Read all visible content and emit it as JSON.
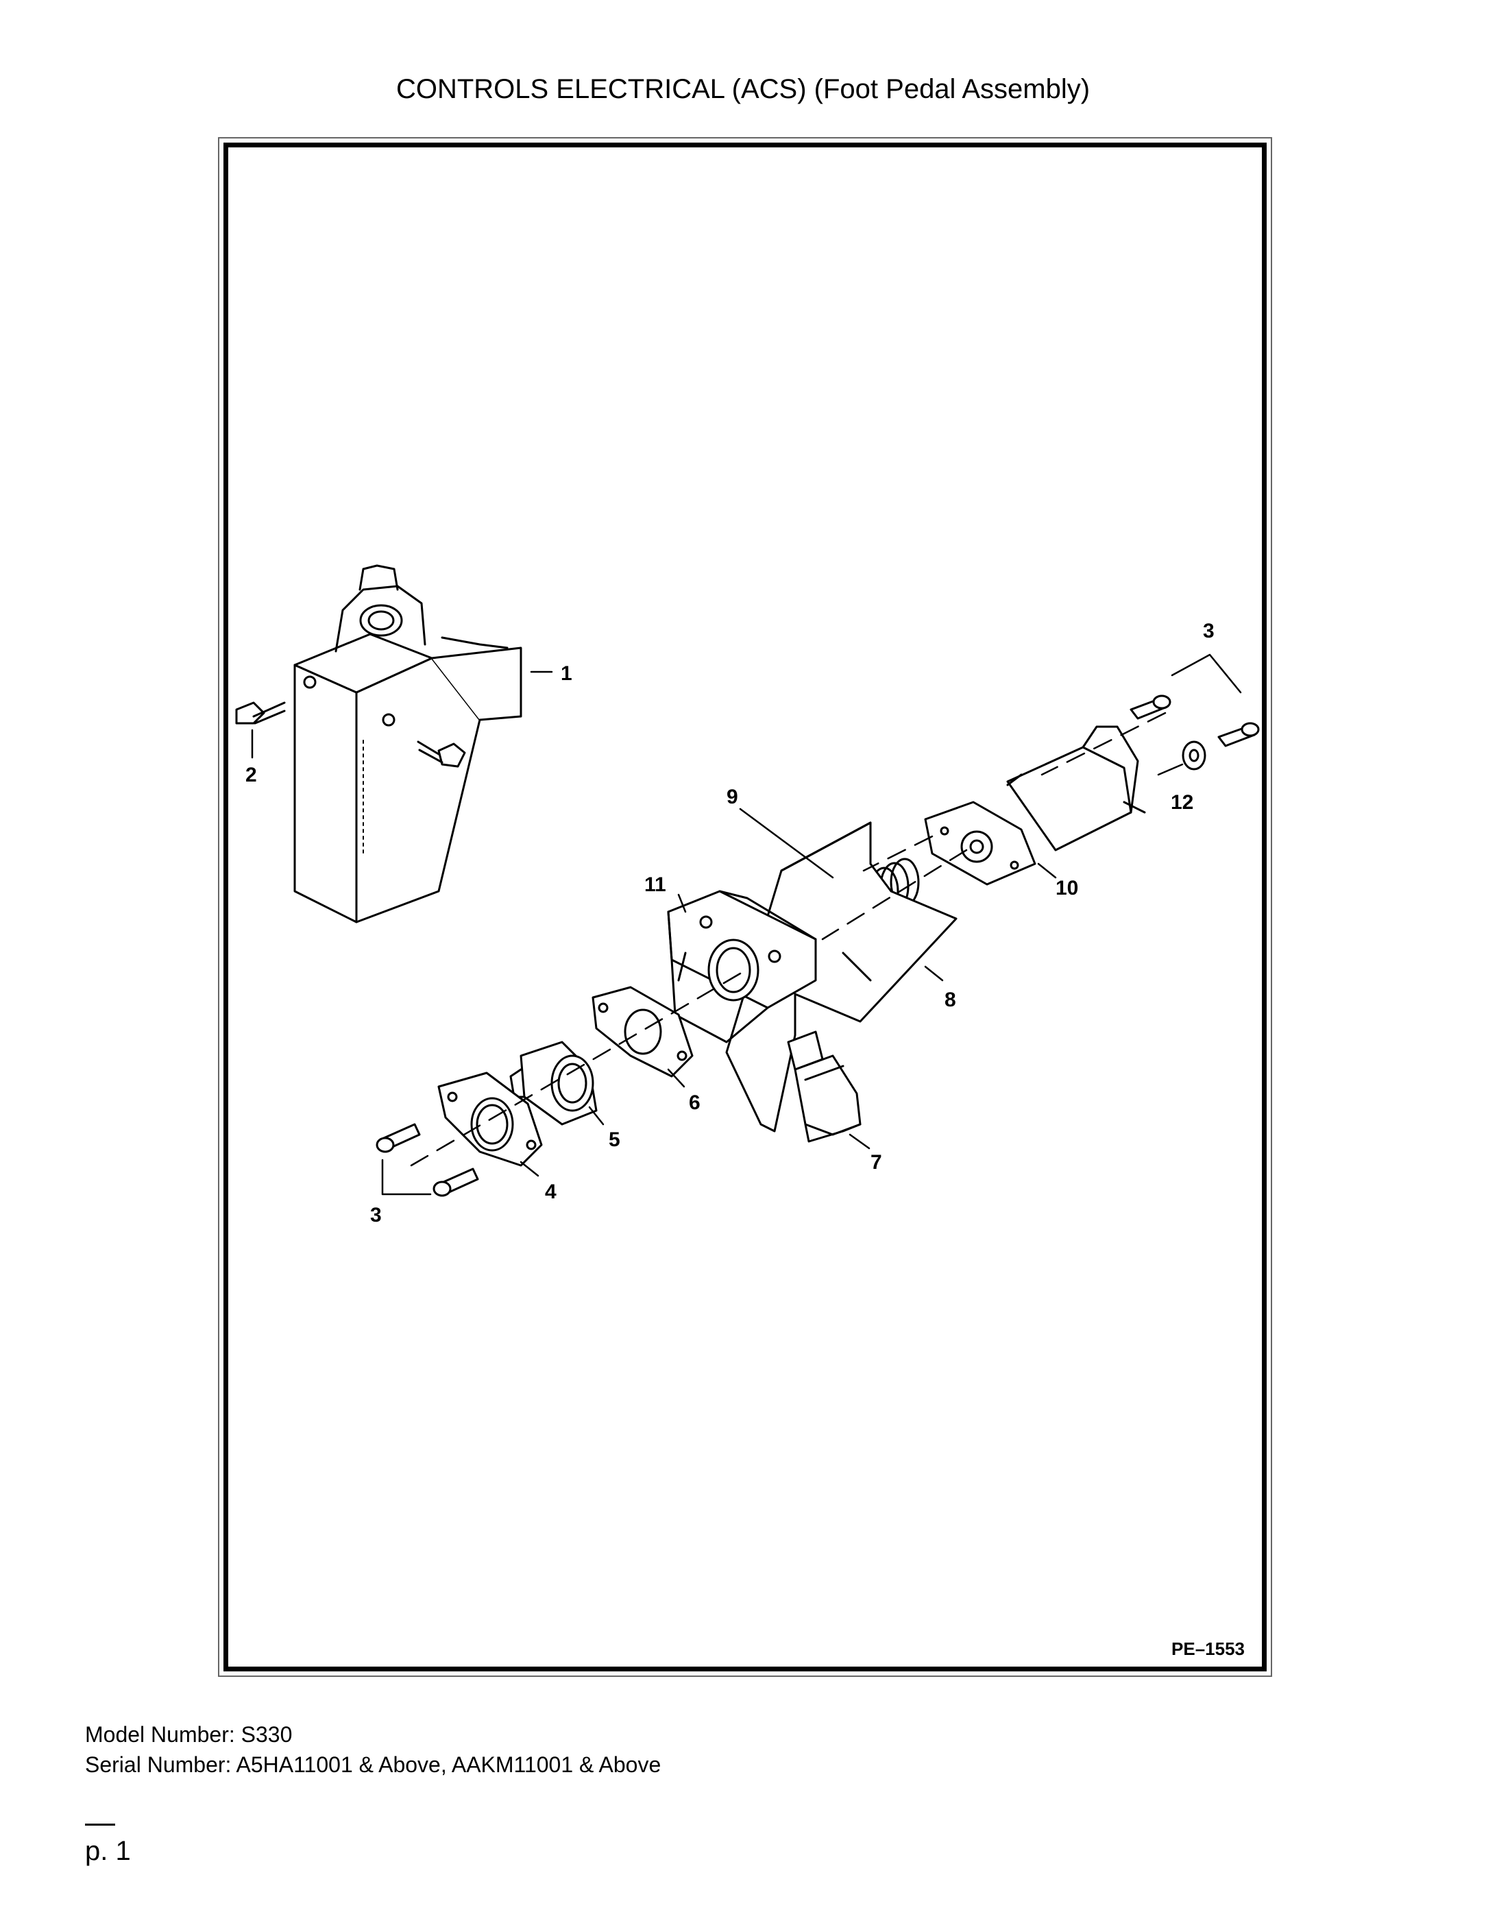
{
  "document": {
    "title": "CONTROLS ELECTRICAL (ACS) (Foot Pedal Assembly)",
    "drawing_code": "PE–1553",
    "model_line": "Model Number: S330",
    "serial_line": "Serial Number: A5HA11001 & Above, AAKM11001 & Above",
    "page_label": "p. 1"
  },
  "callouts": {
    "c1": "1",
    "c2": "2",
    "c3a": "3",
    "c3b": "3",
    "c4": "4",
    "c5": "5",
    "c6": "6",
    "c7": "7",
    "c8": "8",
    "c9": "9",
    "c10": "10",
    "c11": "11",
    "c12": "12"
  }
}
